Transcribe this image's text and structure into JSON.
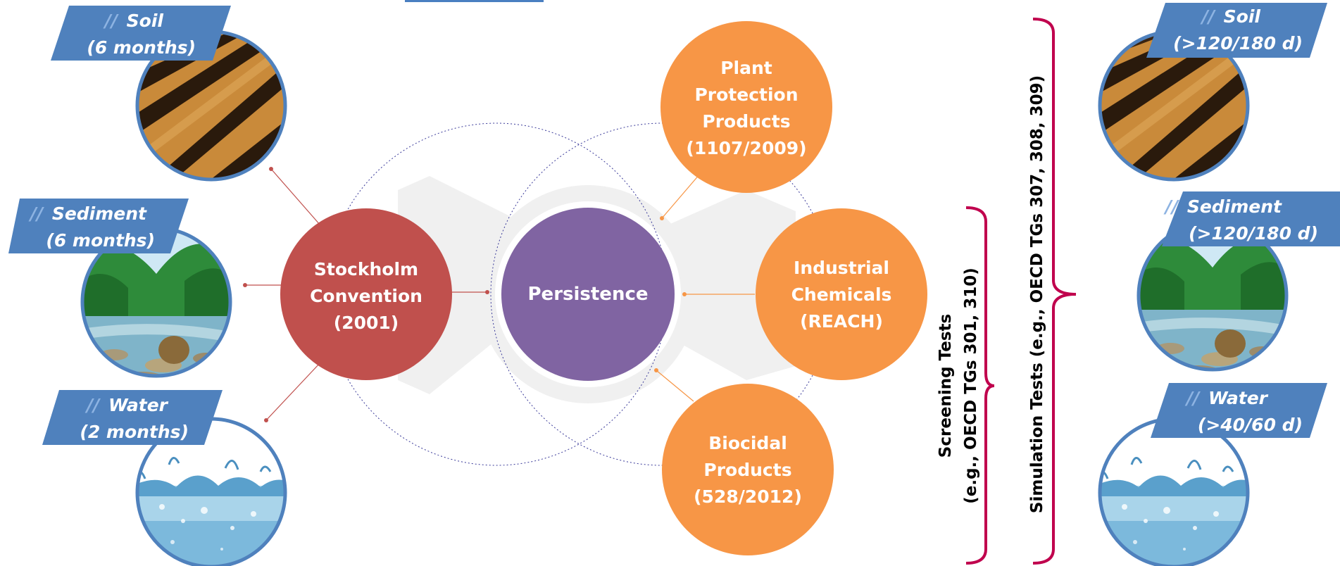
{
  "center": {
    "label": "Persistence"
  },
  "stockholm": {
    "line1": "Stockholm",
    "line2": "Convention",
    "line3": "(2001)"
  },
  "regulations": {
    "plant": [
      "Plant",
      "Protection",
      "Products",
      "(1107/2009)"
    ],
    "industrial": [
      "Industrial",
      "Chemicals",
      "(REACH)"
    ],
    "biocidal": [
      "Biocidal",
      "Products",
      "(528/2012)"
    ]
  },
  "left_media": {
    "soil": {
      "name": "Soil",
      "period": "(6 months)"
    },
    "sediment": {
      "name": "Sediment",
      "period": "(6 months)"
    },
    "water": {
      "name": "Water",
      "period": "(2 months)"
    }
  },
  "right_media": {
    "soil": {
      "name": "Soil",
      "period": "(>120/180 d)"
    },
    "sediment": {
      "name": "Sediment",
      "period": "(>120/180 d)"
    },
    "water": {
      "name": "Water",
      "period": "(>40/60 d)"
    }
  },
  "brackets": {
    "screening_line1": "Screening Tests",
    "screening_line2": "(e.g., OECD TGs 301, 310)",
    "simulation": "Simulation Tests (e.g., OECD TGs 307, 308, 309)"
  },
  "banner_mark": "//",
  "colors": {
    "center": "#8064a2",
    "stockholm": "#c0504d",
    "regulation": "#f79646",
    "banner": "#4f81bd",
    "bracket": "#c0004d"
  }
}
